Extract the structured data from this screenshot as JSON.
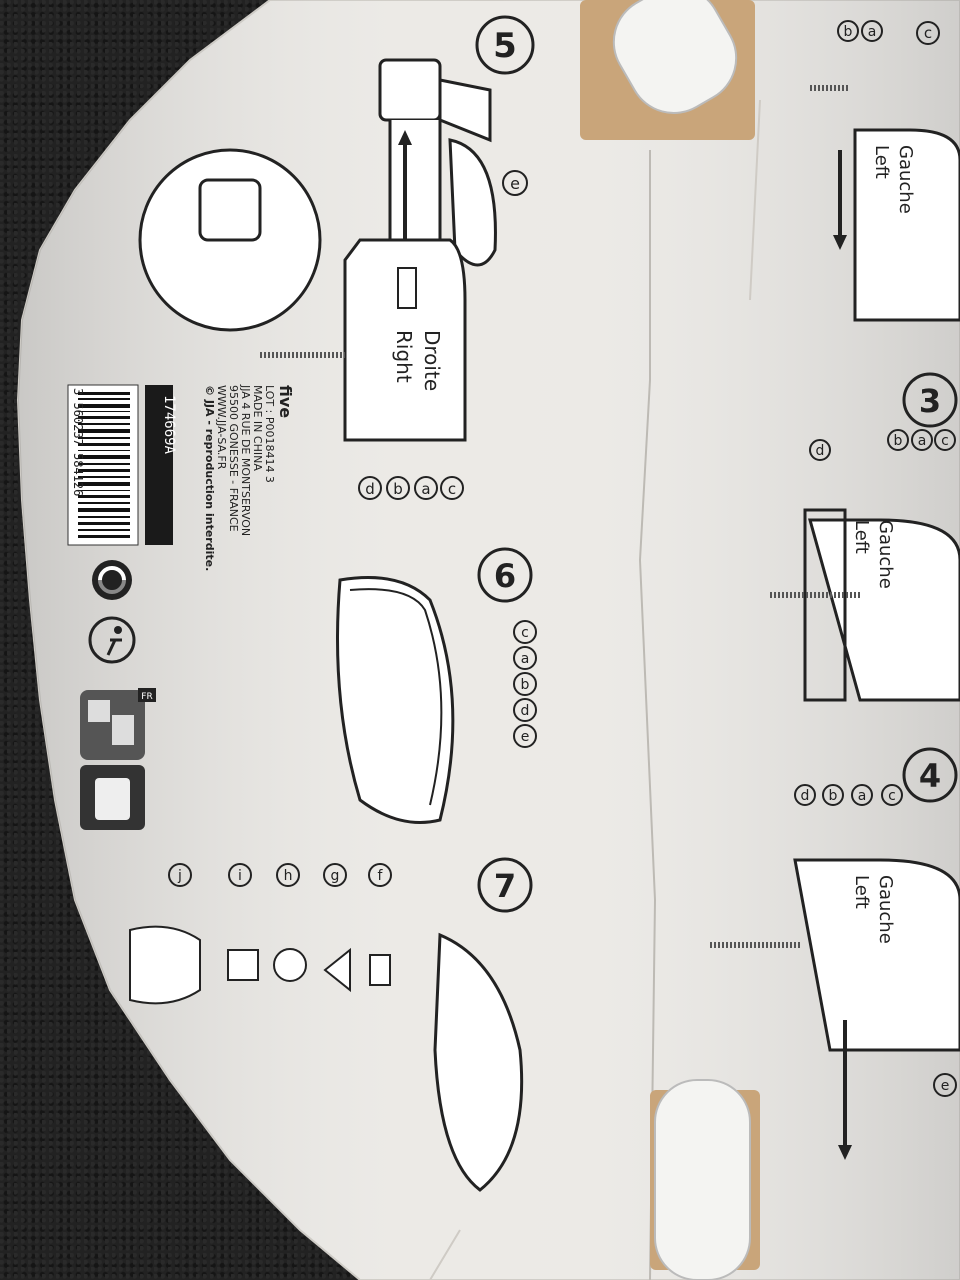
{
  "steps": {
    "s3": "3",
    "s4": "4",
    "s5": "5",
    "s6": "6",
    "s7": "7"
  },
  "part_labels": {
    "a": "a",
    "b": "b",
    "c": "c",
    "d": "d",
    "e": "e",
    "f": "f",
    "g": "g",
    "h": "h",
    "i": "i",
    "j": "j"
  },
  "hinge_labels": {
    "gauche_left_1": [
      "Gauche",
      "Left"
    ],
    "gauche_left_2": [
      "Gauche",
      "Left"
    ],
    "gauche_left_3": [
      "Gauche",
      "Left"
    ],
    "droite_right": [
      "Droite",
      "Right"
    ]
  },
  "brand": {
    "name": "five",
    "lot": "LOT : P0018414 3",
    "made_in": "MADE IN CHINA",
    "address1": "JJA 4 RUE DE MONTSERVON",
    "address2": "95500 GONESSE - FRANCE",
    "website": "WWW.JJA-SA.FR",
    "copyright": "© JJA - reproduction interdite."
  },
  "barcode": {
    "product_code": "174669A",
    "digits": "3 560237 584126"
  },
  "recycle": {
    "fr_badge": "FR"
  }
}
